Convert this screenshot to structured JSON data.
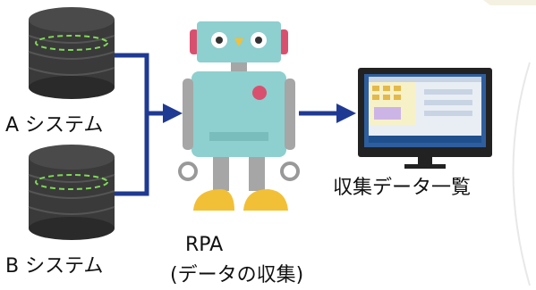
{
  "labels": {
    "system_a": "A システム",
    "system_b": "B システム",
    "rpa": "RPA",
    "rpa_sub": "(データの収集)",
    "output": "収集データ一覧"
  }
}
